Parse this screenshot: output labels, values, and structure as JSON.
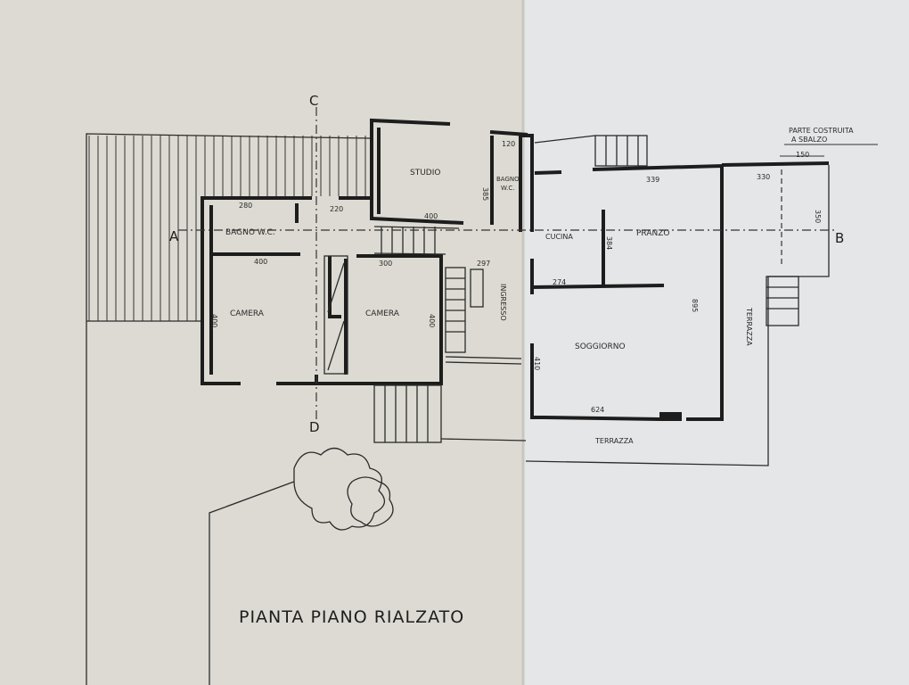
{
  "drawing": {
    "title": "PIANTA PIANO RIALZATO",
    "rooms": {
      "studio": "STUDIO",
      "bagno_wc_upper": "BAGNO",
      "bagno_wc_upper_2": "W.C.",
      "bagno_wc": "BAGNO W.C.",
      "camera_left": "CAMERA",
      "camera_right": "CAMERA",
      "ingresso": "INGRESSO",
      "cucina": "CUCINA",
      "pranzo": "PRANZO",
      "soggiorno": "SOGGIORNO",
      "terrazza_bottom": "TERRAZZA",
      "terrazza_side": "TERRAZZA"
    },
    "note": [
      "PARTE COSTRUITA",
      "A SBALZO"
    ],
    "dimensions": {
      "d280": "280",
      "d220": "220",
      "d400_bagno": "400",
      "d300": "300",
      "d400_camera_left": "400",
      "d400_camera_right": "400",
      "d400_studio": "400",
      "d385_studio": "385",
      "d120": "120",
      "d297": "297",
      "d339": "339",
      "d330": "330",
      "d150": "150",
      "d350": "350",
      "d384": "384",
      "d274": "274",
      "d410": "410",
      "d895": "895",
      "d624": "624"
    },
    "sections": {
      "c": "C",
      "d": "D",
      "a": "A",
      "b": "B"
    }
  }
}
